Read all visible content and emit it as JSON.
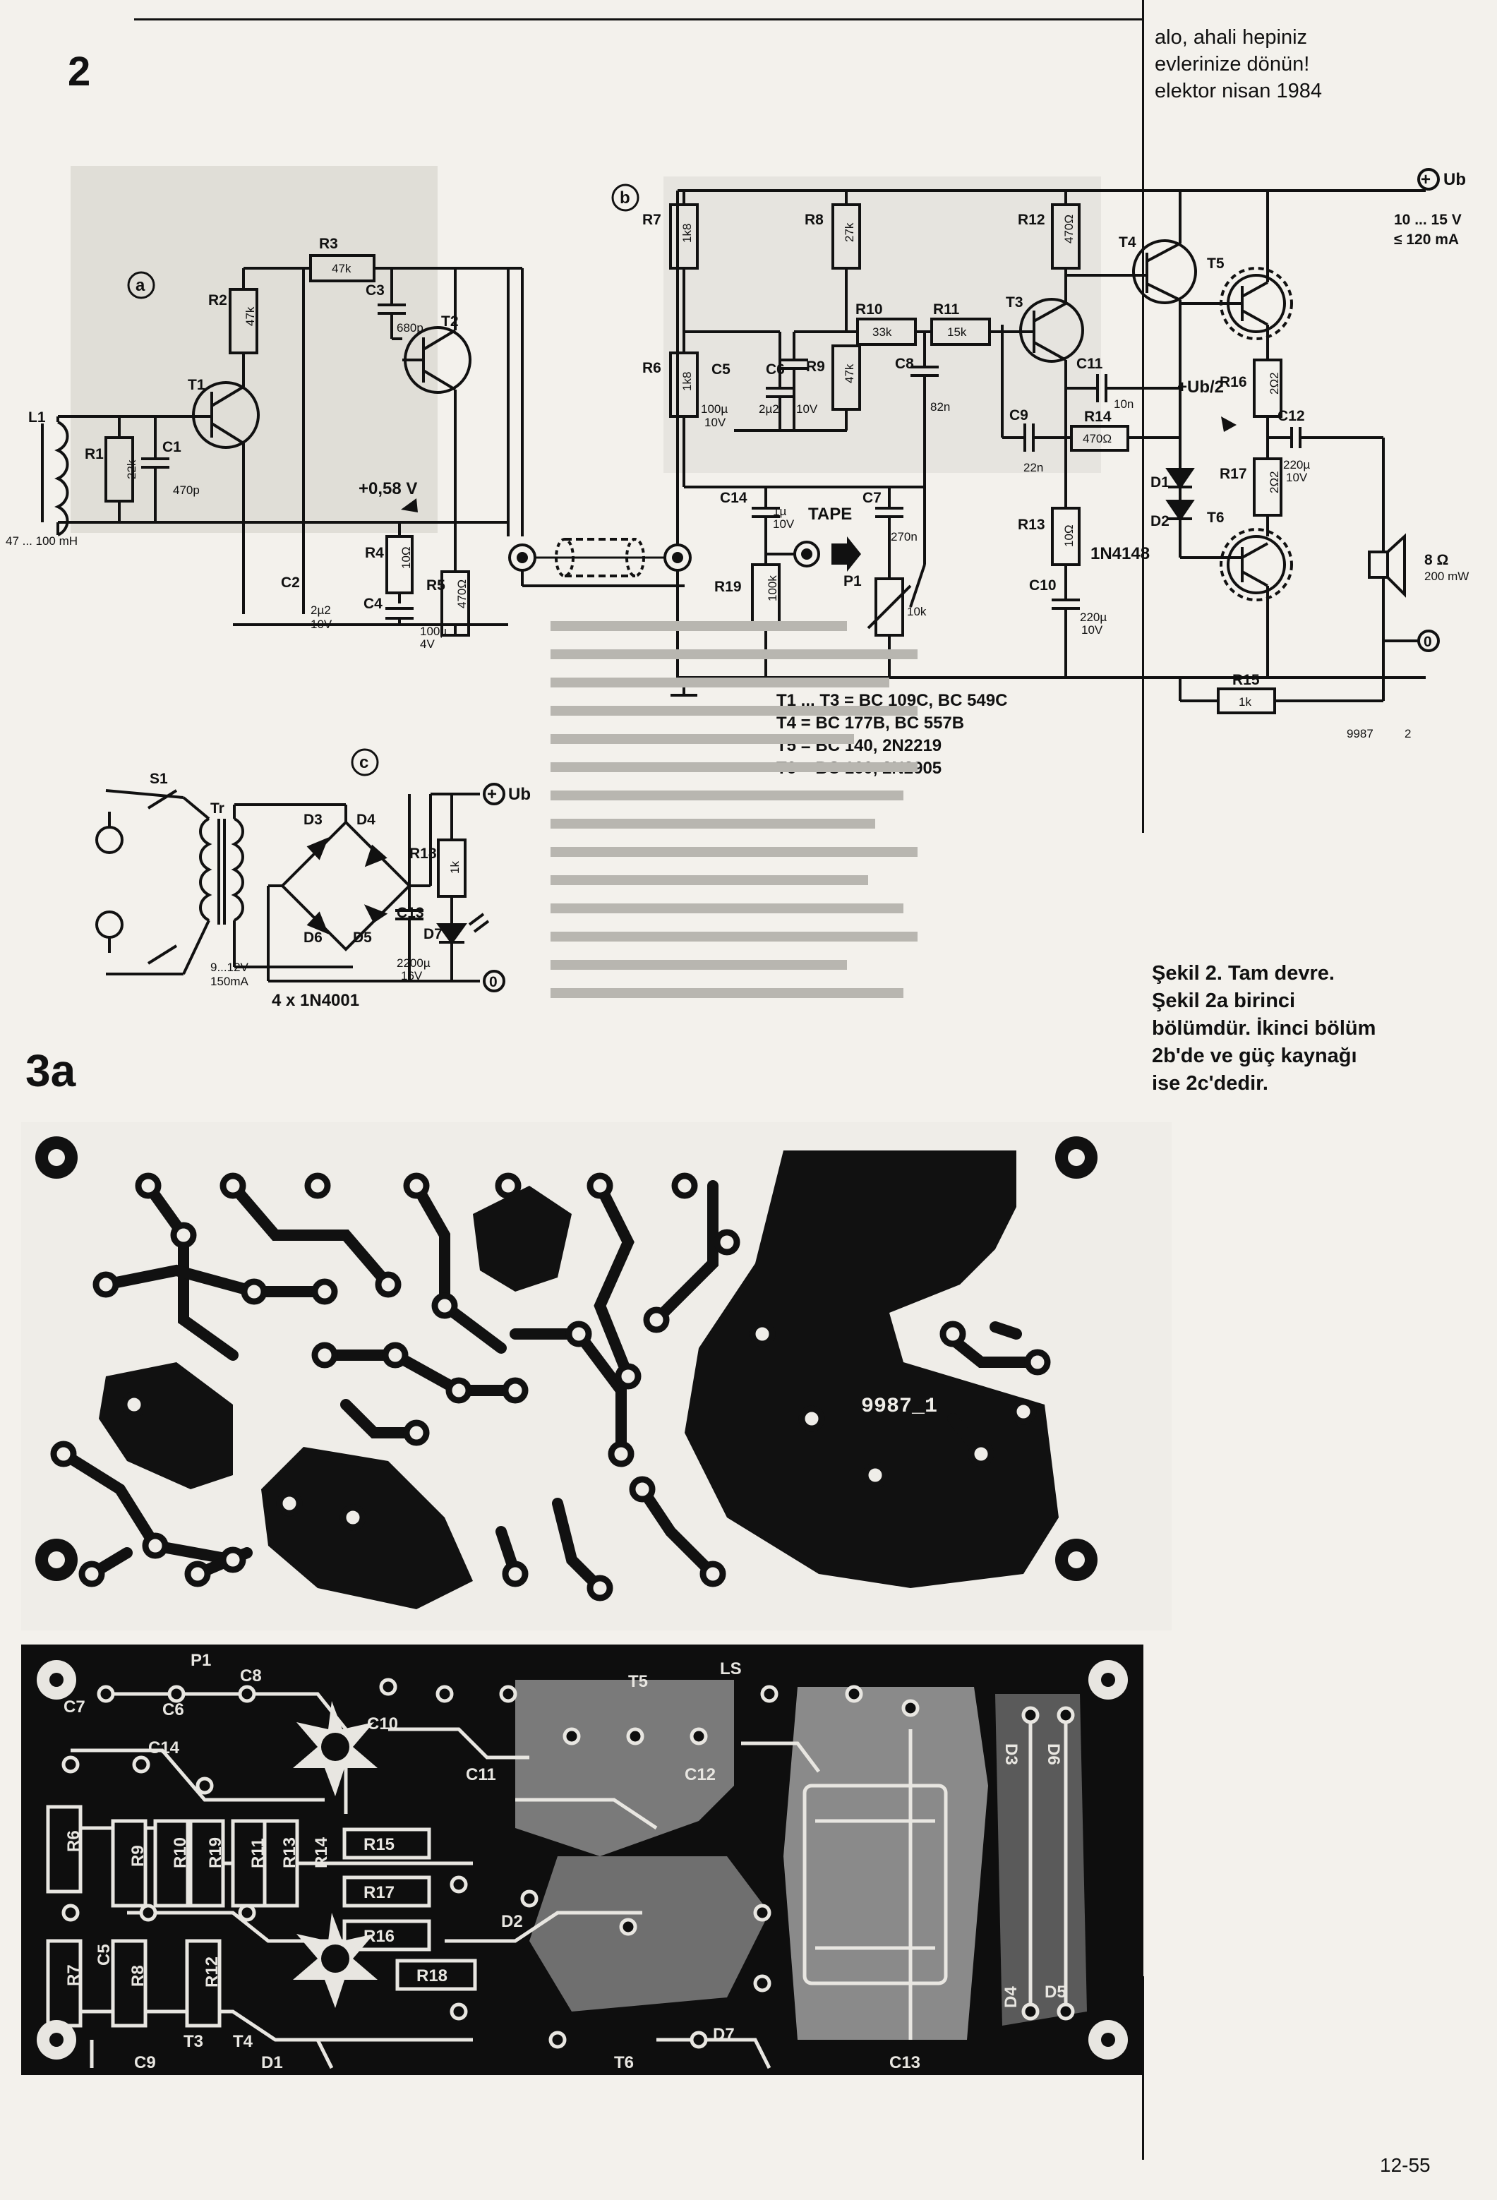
{
  "header": {
    "figure_number": "2",
    "corner_note": [
      "alo, ahali hepiniz",
      "evlerinize dönün!",
      "elektor nisan 1984"
    ]
  },
  "figure2": {
    "sub_a": "a",
    "sub_b": "b",
    "sub_c": "c",
    "a_parts": {
      "L1": "L1",
      "L1_value": "47 ... 100 mH",
      "R1": "R1",
      "R1_value": "22k",
      "C1": "C1",
      "C1_value": "470p",
      "T1": "T1",
      "R2": "R2",
      "R2_value": "47k",
      "R3": "R3",
      "R3_value": "47k",
      "C3": "C3",
      "C3_value": "680p",
      "T2": "T2",
      "voltage": "+0,58 V",
      "R4": "R4",
      "R4_value": "10Ω",
      "C2": "C2",
      "C2_value": "2µ2",
      "C2_volt": "10V",
      "C4": "C4",
      "C4_value": "100µ",
      "C4_volt": "4V",
      "R5": "R5",
      "R5_value": "470Ω"
    },
    "b_parts": {
      "R7": "R7",
      "R7_value": "1k8",
      "R6": "R6",
      "R6_value": "1k8",
      "C5": "C5",
      "C5_value": "100µ",
      "C5_volt": "10V",
      "C6": "C6",
      "C6_value": "2µ2",
      "C6_volt": "10V",
      "R8": "R8",
      "R8_value": "27k",
      "R9": "R9",
      "R9_value": "47k",
      "R10": "R10",
      "R10_value": "33k",
      "R11": "R11",
      "R11_value": "15k",
      "C8": "C8",
      "C8_value": "82n",
      "T3": "T3",
      "R12": "R12",
      "R12_value": "470Ω",
      "T4": "T4",
      "T5": "T5",
      "T6": "T6",
      "C11": "C11",
      "C11_value": "10n",
      "C9": "C9",
      "C9_value": "22n",
      "R14": "R14",
      "R14_value": "470Ω",
      "R16": "R16",
      "R16_value": "2Ω2",
      "R17": "R17",
      "R17_value": "2Ω2",
      "C12": "C12",
      "C12_value": "220µ",
      "C12_volt": "10V",
      "half_ub": "+Ub/2",
      "D1": "D1",
      "D2": "D2",
      "diode_type": "1N4148",
      "R13": "R13",
      "R13_value": "10Ω",
      "C10": "C10",
      "C10_value": "220µ",
      "C10_volt": "10V",
      "C14": "C14",
      "C14_value": "1µ",
      "C14_volt": "10V",
      "C7": "C7",
      "C7_value": "270n",
      "tape": "TAPE",
      "R19": "R19",
      "R19_value": "100k",
      "P1": "P1",
      "P1_value": "10k",
      "R15": "R15",
      "R15_value": "1k",
      "ub": "Ub",
      "supply_range": "10 ... 15 V",
      "supply_current": "≤ 120 mA",
      "speaker": "8 Ω",
      "speaker_power": "200 mW",
      "zero": "0",
      "code": "9987",
      "code_sub": "2"
    },
    "transistor_list": [
      "T1 ... T3 = BC 109C, BC 549C",
      "T4 = BC 177B, BC 557B",
      "T5 = BC 140, 2N2219",
      "T6 = BC 160, 2N2905"
    ],
    "c_parts": {
      "S1": "S1",
      "Tr": "Tr",
      "D3": "D3",
      "D4": "D4",
      "D5": "D5",
      "D6": "D6",
      "D7": "D7",
      "R18": "R18",
      "R18_value": "1k",
      "C13": "C13",
      "C13_value": "2200µ",
      "C13_volt": "16V",
      "transformer": "9...12V",
      "transformer_current": "150mA",
      "bridge": "4 x 1N4001",
      "ub": "Ub",
      "zero": "0"
    }
  },
  "caption": [
    "Şekil 2. Tam devre.",
    "Şekil 2a birinci",
    "bölümdür. İkinci bölüm",
    "2b'de ve güç kaynağı",
    "ise 2c'dedir."
  ],
  "figure3": {
    "label": "3a",
    "pcb_code": "9987_1",
    "components": [
      "P1",
      "C8",
      "C7",
      "C6",
      "C14",
      "C10",
      "C11",
      "C12",
      "T5",
      "LS",
      "D3",
      "D6",
      "R6",
      "R9",
      "R10",
      "R19",
      "R11",
      "R13",
      "R14",
      "R15",
      "R17",
      "R16",
      "D2",
      "R18",
      "R7",
      "C5",
      "R8",
      "R12",
      "T3",
      "T4",
      "C9",
      "D1",
      "T6",
      "D7",
      "C13",
      "D4",
      "D5"
    ]
  },
  "page_number": "12-55"
}
